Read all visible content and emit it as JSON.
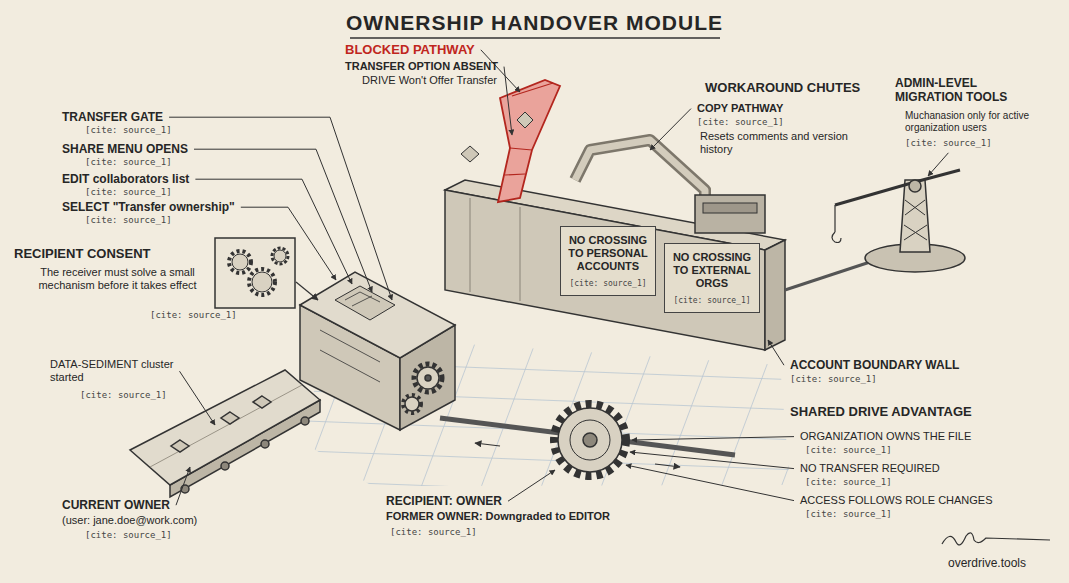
{
  "diagram": {
    "title": "OWNERSHIP HANDOVER MODULE",
    "nodes": [
      {
        "text": [
          "NO CROSSING TO PERSONAL ACCOUNTS",
          "[cite: source_1]"
        ]
      },
      {
        "text": [
          "NO CROSSING TO EXTERNAL ORGS",
          "[cite: source_1]"
        ]
      }
    ],
    "labels": [
      "BLOCKED PATHWAY",
      "TRANSFER OPTION ABSENT",
      "DRIVE Won't Offer Transfer",
      "WORKAROUND CHUTES",
      "COPY PATHWAY",
      "[cite: source_1]",
      "Resets comments and version history",
      "ADMIN-LEVEL MIGRATION TOOLS",
      "Muchanasion only for active organization users",
      "[cite: source_1]",
      "TRANSFER GATE",
      "[cite: source_1]",
      "SHARE MENU OPENS",
      "[cite: source_1]",
      "EDIT collaborators list",
      "[cite: source_1]",
      "SELECT \"Transfer ownership\"",
      "[cite: source_1]",
      "RECIPIENT CONSENT",
      "The receiver must solve a small mechanism before it takes effect",
      "[cite: source_1]",
      "DATA-SEDIMENT cluster started",
      "[cite: source_1]",
      "CURRENT OWNER",
      "(user: jane.doe@work.com)",
      "[cite: source_1]",
      "RECIPIENT: OWNER",
      "FORMER OWNER: Downgraded to EDITOR",
      "[cite: source_1]",
      "ACCOUNT BOUNDARY WALL",
      "[cite: source_1]",
      "SHARED DRIVE ADVANTAGE",
      "ORGANIZATION OWNS THE FILE",
      "[cite: source_1]",
      "NO TRANSFER REQUIRED",
      "[cite: source_1]",
      "ACCESS FOLLOWS ROLE CHANGES",
      "[cite: source_1]",
      "overdrive.tools"
    ]
  }
}
